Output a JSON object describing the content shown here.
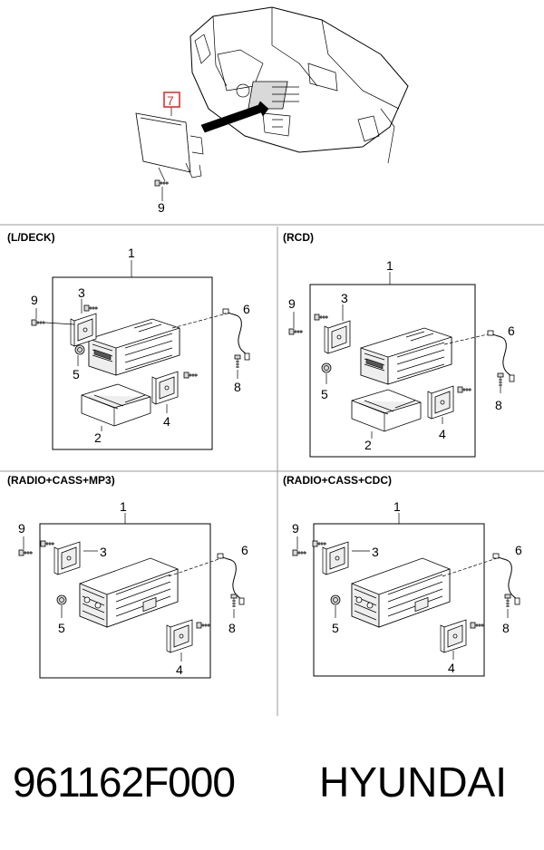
{
  "overview": {
    "callout_7": "7",
    "callout_9": "9"
  },
  "panels": [
    {
      "title": "(L/DECK)",
      "labels": {
        "c1": "1",
        "c2": "2",
        "c3": "3",
        "c4": "4",
        "c5": "5",
        "c6": "6",
        "c8": "8",
        "c9": "9"
      }
    },
    {
      "title": "(RCD)",
      "labels": {
        "c1": "1",
        "c2": "2",
        "c3": "3",
        "c4": "4",
        "c5": "5",
        "c6": "6",
        "c8": "8",
        "c9": "9"
      }
    },
    {
      "title": "(RADIO+CASS+MP3)",
      "labels": {
        "c1": "1",
        "c3": "3",
        "c4": "4",
        "c5": "5",
        "c6": "6",
        "c8": "8",
        "c9": "9"
      }
    },
    {
      "title": "(RADIO+CASS+CDC)",
      "labels": {
        "c1": "1",
        "c3": "3",
        "c4": "4",
        "c5": "5",
        "c6": "6",
        "c8": "8",
        "c9": "9"
      }
    }
  ],
  "footer": {
    "part_number": "961162F000",
    "brand": "HYUNDAI"
  },
  "colors": {
    "highlight": "#e03030",
    "line": "#000000",
    "divider": "#999999"
  }
}
